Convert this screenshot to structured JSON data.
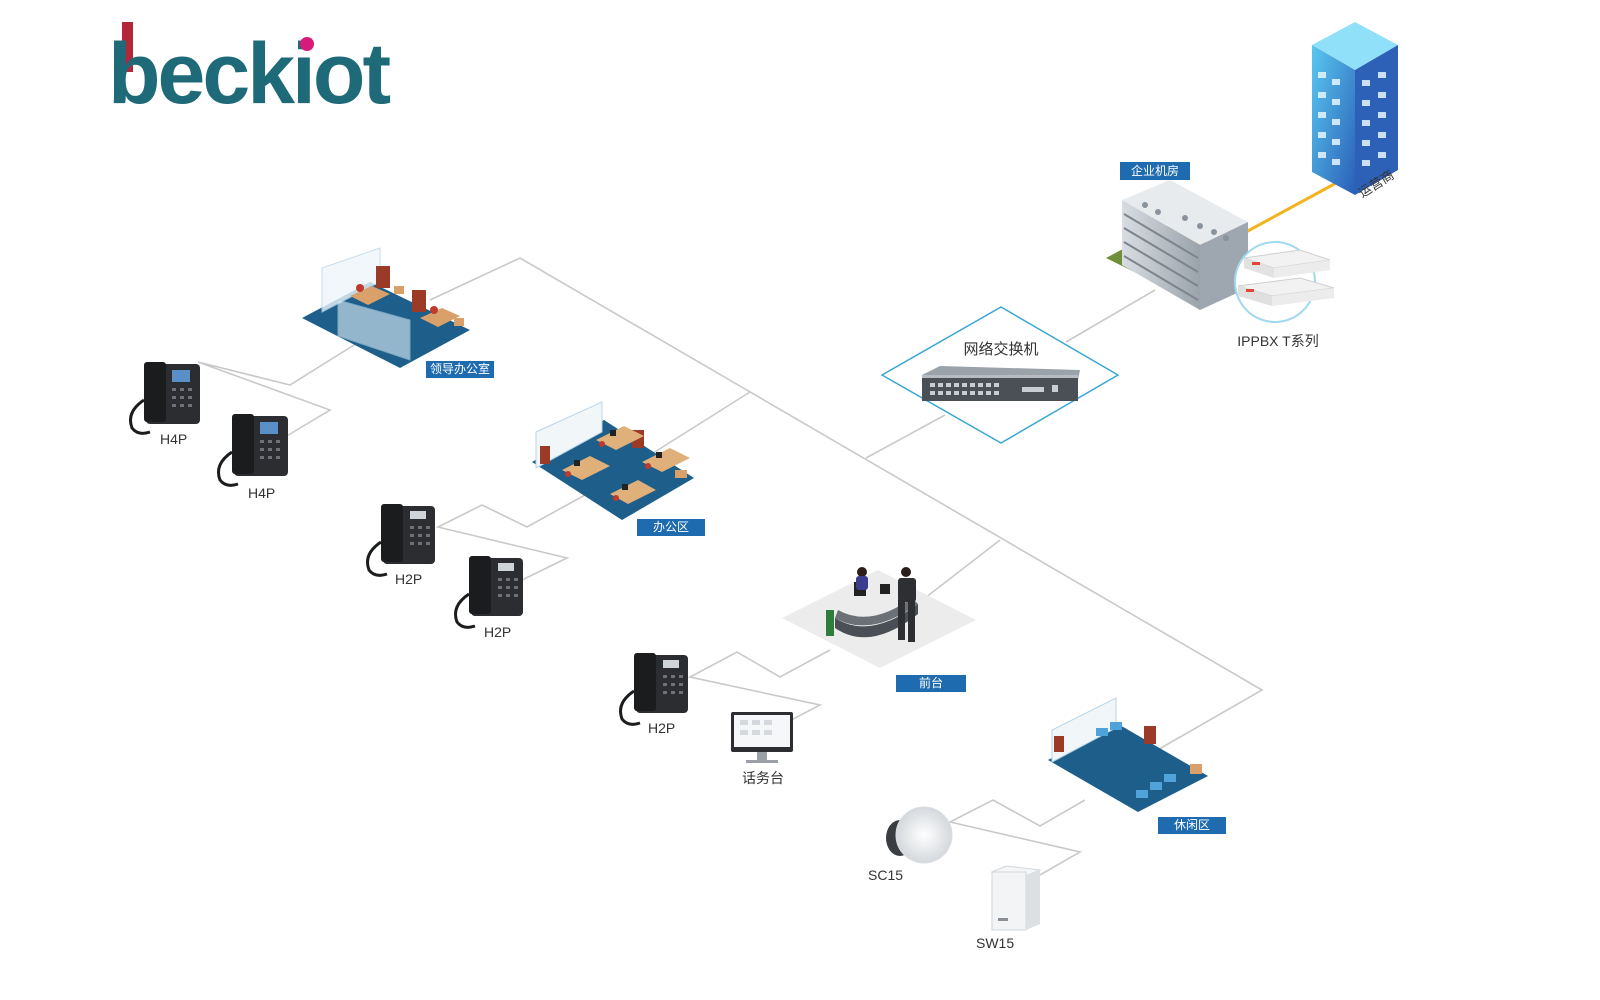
{
  "brand": {
    "logo_text": "beckiot",
    "logo_color": "#1f6a78",
    "logo_accent": "#b3263c",
    "dot_color": "#d81b7a"
  },
  "colors": {
    "area_label_bg": "#1f6bb0",
    "floor_blue": "#1d5f8a",
    "link_line": "#c9c9c9",
    "isp_link": "#f1b41f",
    "switch_frame": "#3aa7d6"
  },
  "labels": {
    "isp": "运营商",
    "server_room": "企业机房",
    "ippbx": "IPPBX T系列",
    "switch": "网络交换机",
    "exec_office": "领导办公室",
    "office_area": "办公区",
    "reception": "前台",
    "lounge": "休闲区",
    "console": "话务台"
  },
  "devices": {
    "h4p_1": "H4P",
    "h4p_2": "H4P",
    "h2p_1": "H2P",
    "h2p_2": "H2P",
    "h2p_3": "H2P",
    "sc15": "SC15",
    "sw15": "SW15"
  }
}
